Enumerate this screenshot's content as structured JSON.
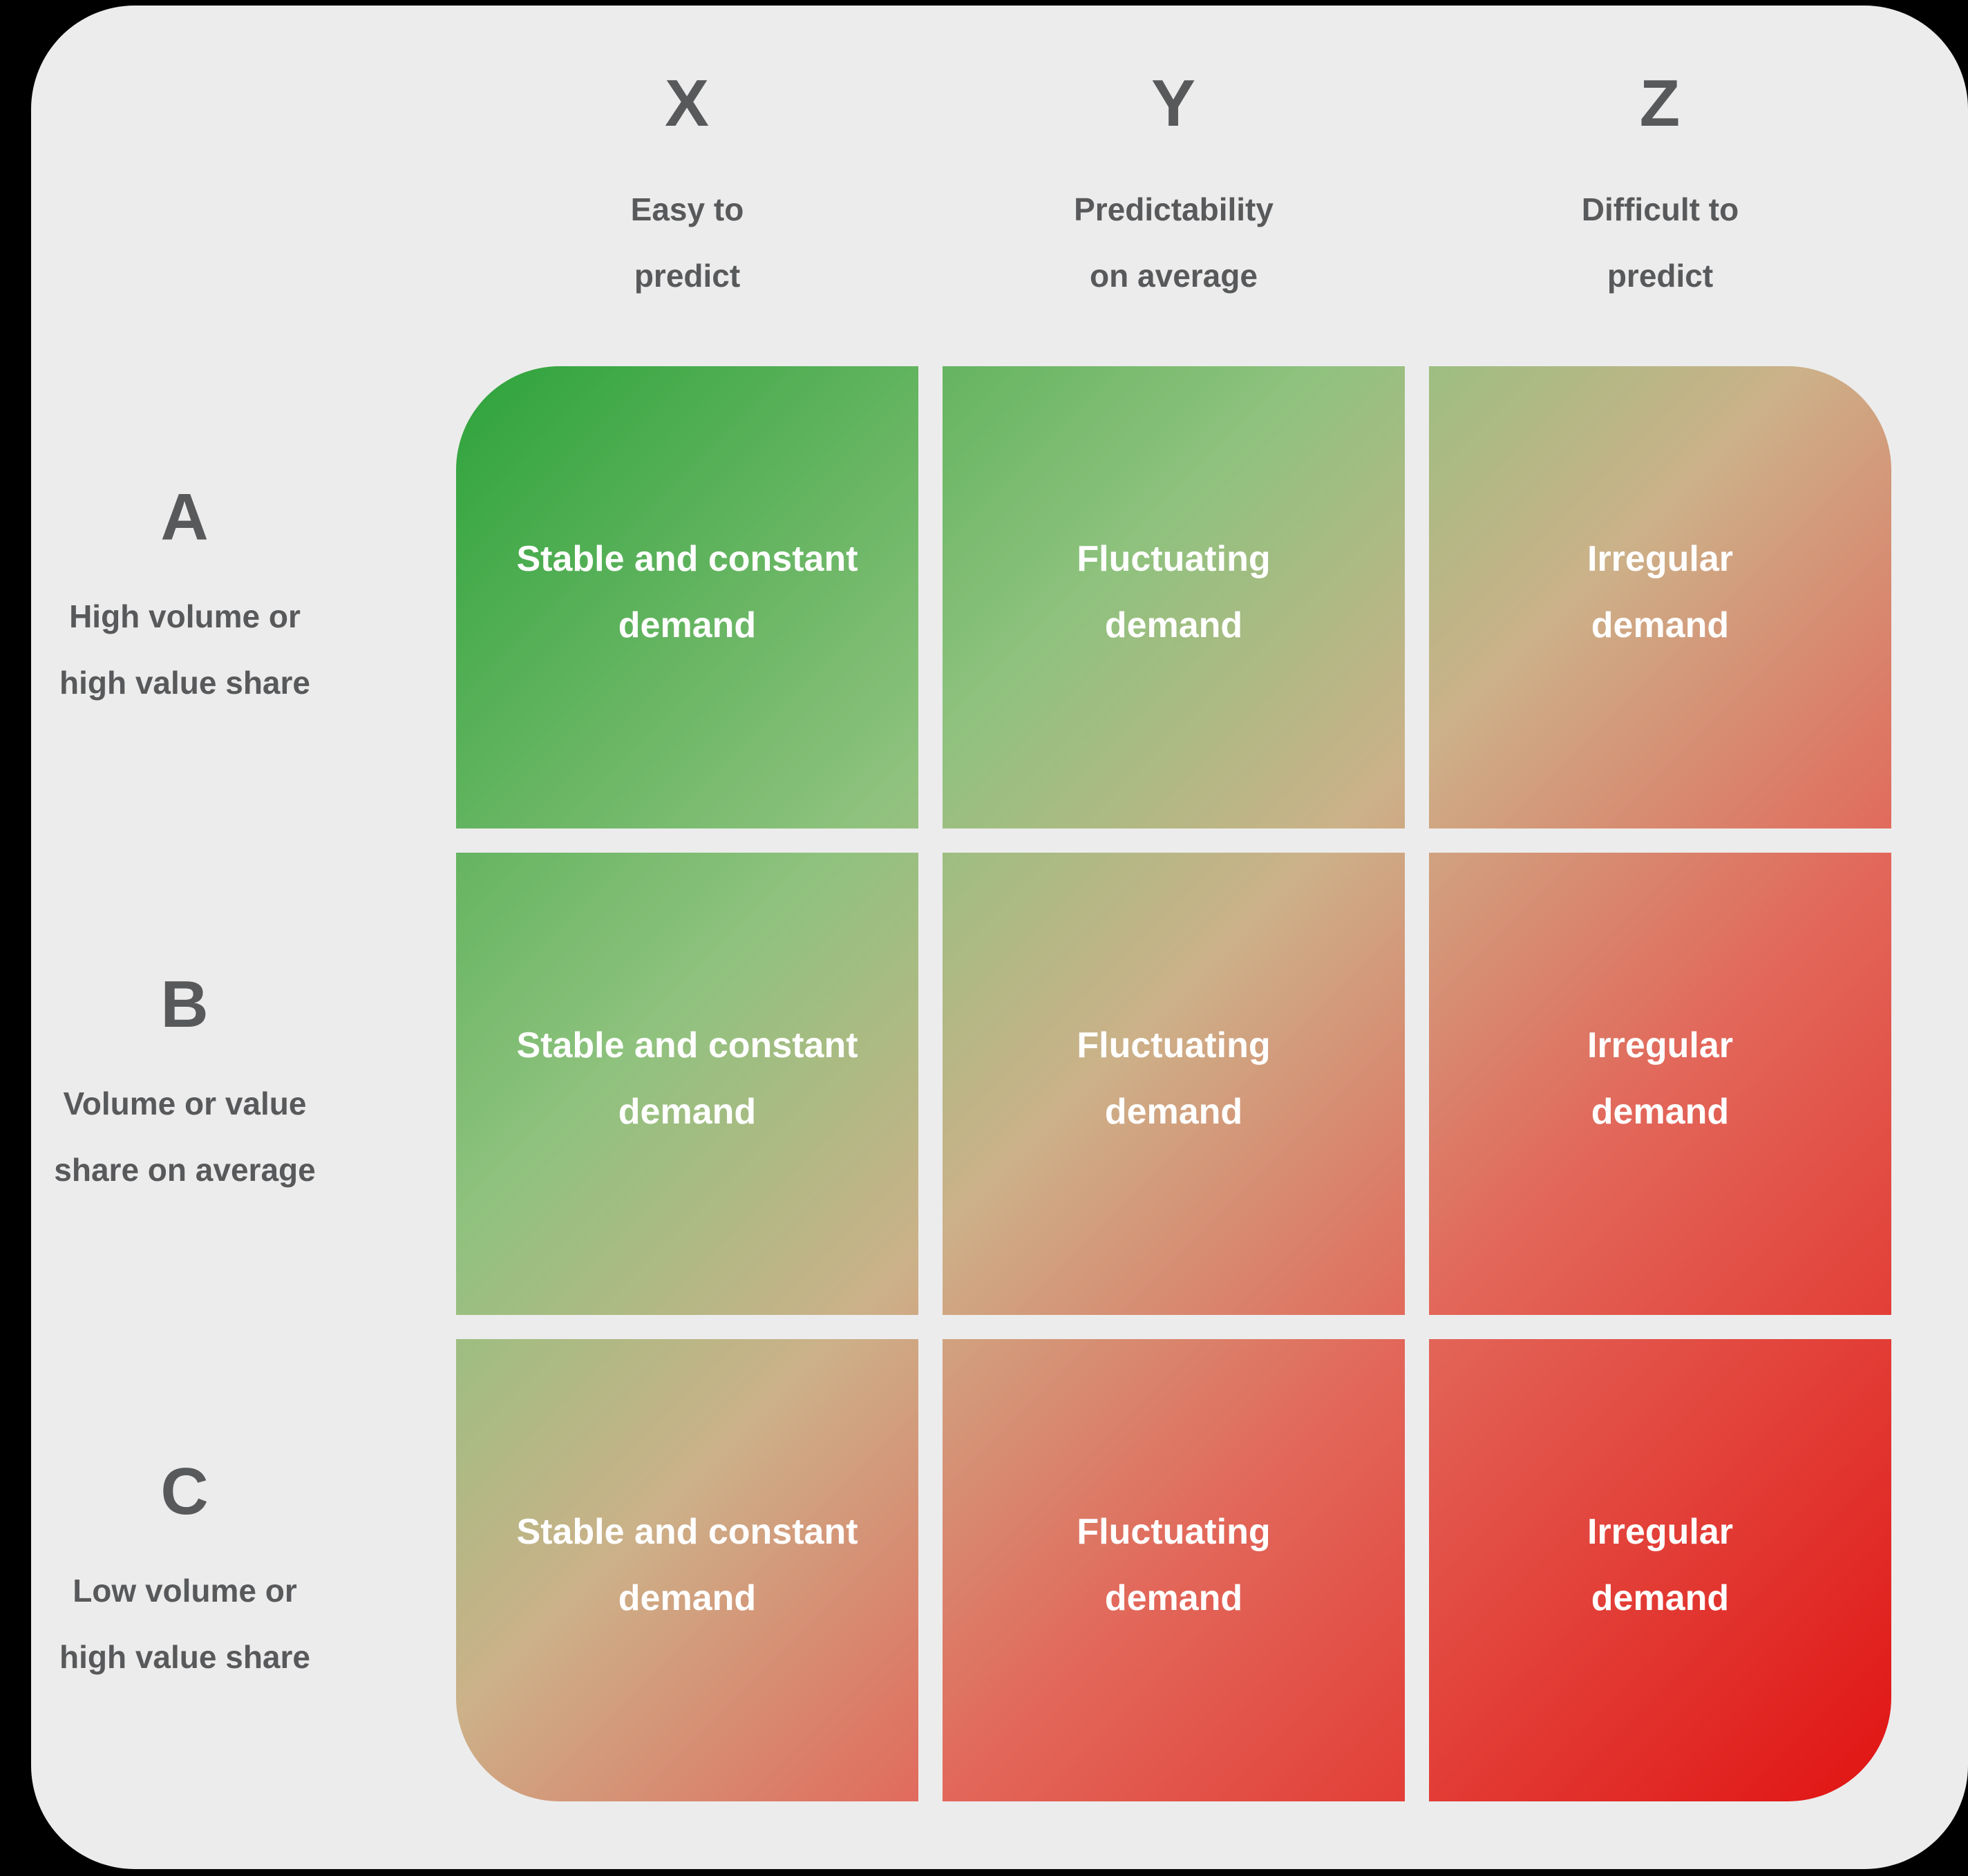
{
  "colors": {
    "page_background": "#000000",
    "card_background": "#ececec",
    "label_text": "#58595b",
    "cell_text": "#ffffff",
    "gradient_green": "#2da33b",
    "gradient_light_green": "#8fc27e",
    "gradient_tan": "#ccb189",
    "gradient_salmon": "#e2675a",
    "gradient_red": "#e11312"
  },
  "columns": [
    {
      "letter": "X",
      "label": "Easy to\npredict"
    },
    {
      "letter": "Y",
      "label": "Predictability\non average"
    },
    {
      "letter": "Z",
      "label": "Difficult to\npredict"
    }
  ],
  "rows": [
    {
      "letter": "A",
      "label": "High volume or\nhigh value share"
    },
    {
      "letter": "B",
      "label": "Volume or value\nshare on average"
    },
    {
      "letter": "C",
      "label": "Low volume or\nhigh value share"
    }
  ],
  "cells": [
    [
      "Stable and constant\ndemand",
      "Fluctuating\ndemand",
      "Irregular\ndemand"
    ],
    [
      "Stable and constant\ndemand",
      "Fluctuating\ndemand",
      "Irregular\ndemand"
    ],
    [
      "Stable and constant\ndemand",
      "Fluctuating\ndemand",
      "Irregular\ndemand"
    ]
  ]
}
